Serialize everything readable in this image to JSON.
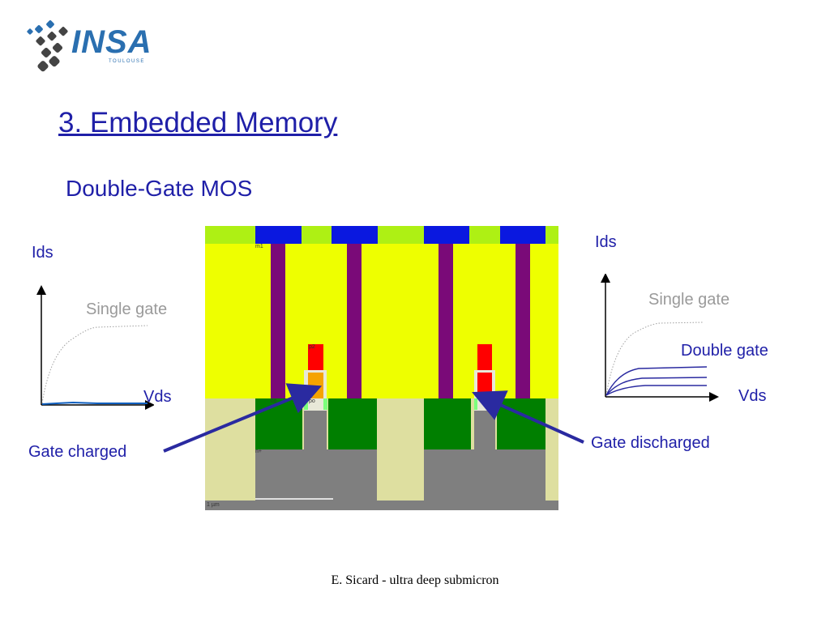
{
  "logo": {
    "text": "INSA",
    "subtext": "TOULOUSE",
    "icon": "insa-dots-logo"
  },
  "slide": {
    "title": "3. Embedded Memory",
    "subtitle": "Double-Gate MOS"
  },
  "left_plot": {
    "y_label": "Ids",
    "x_label": "Vds",
    "curve_label": "Single gate"
  },
  "right_plot": {
    "y_label": "Ids",
    "x_label": "Vds",
    "curve_label_single": "Single gate",
    "curve_label_double": "Double gate"
  },
  "cross_section": {
    "labels": {
      "m1": "m1",
      "p2": "p2",
      "co": "co",
      "po": "po",
      "n_plus": "n+",
      "scale": "1 µm"
    },
    "colors": {
      "oxide": "#eeff00",
      "metal1": "#0a18e0",
      "metal_top_bg": "#aef014",
      "contact": "#7a0a78",
      "diffusion": "#007f00",
      "substrate": "#7f7f7f",
      "well": "#dedfa0",
      "poly2": "#ff0000",
      "poly_charged": "#f5a300"
    }
  },
  "annotations": {
    "gate_charged": "Gate charged",
    "gate_discharged": "Gate discharged"
  },
  "footer": "E. Sicard - ultra deep submicron"
}
